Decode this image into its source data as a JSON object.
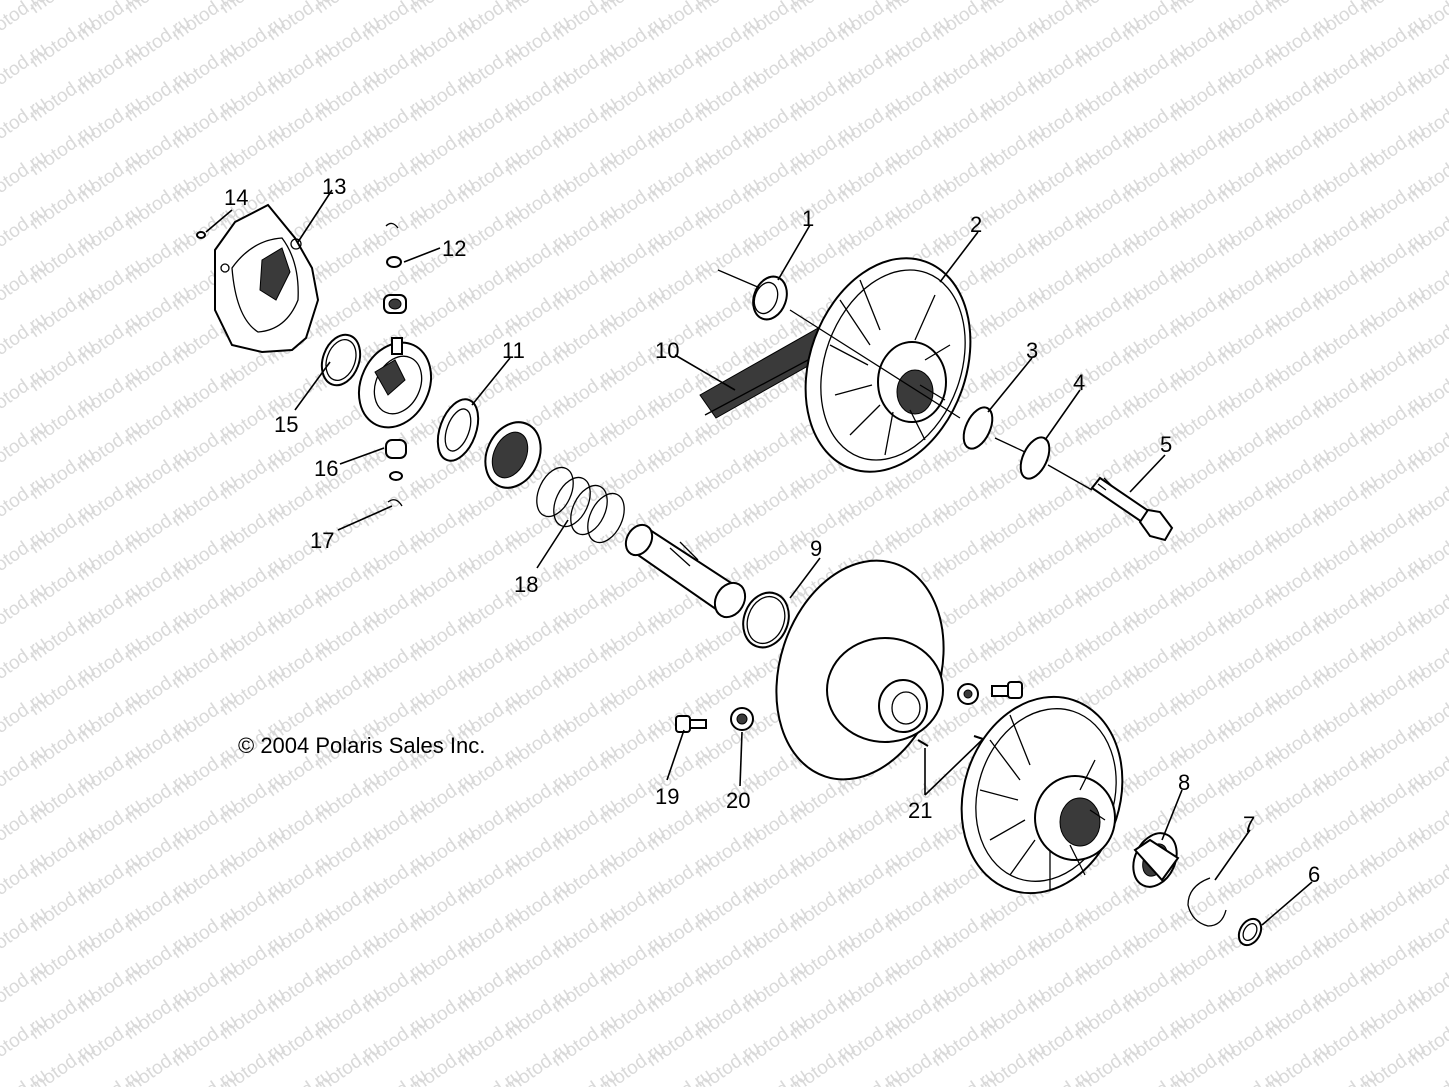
{
  "watermark": {
    "text": "motod.ru",
    "color": "#d9d9d9"
  },
  "copyright": "© 2004 Polaris Sales Inc.",
  "callouts": [
    "1",
    "2",
    "3",
    "4",
    "5",
    "6",
    "7",
    "8",
    "9",
    "10",
    "11",
    "12",
    "13",
    "14",
    "15",
    "16",
    "17",
    "18",
    "19",
    "20",
    "21"
  ],
  "parts": {
    "1": "bushing-ring-icon",
    "2": "stationary-sheave-icon",
    "3": "washer-icon",
    "4": "washer-icon",
    "5": "bolt-icon",
    "6": "snap-ring-icon",
    "7": "retaining-ring-icon",
    "8": "bearing-icon",
    "9": "o-ring-icon",
    "10": "drive-belt-icon",
    "11": "lock-washer-icon",
    "12": "washer-icon",
    "13": "cover-icon",
    "14": "pin-icon",
    "15": "ring-icon",
    "16": "roller-icon",
    "17": "clip-icon",
    "18": "spring-icon",
    "19": "screw-icon",
    "20": "nut-icon",
    "21": "pin-icon"
  }
}
